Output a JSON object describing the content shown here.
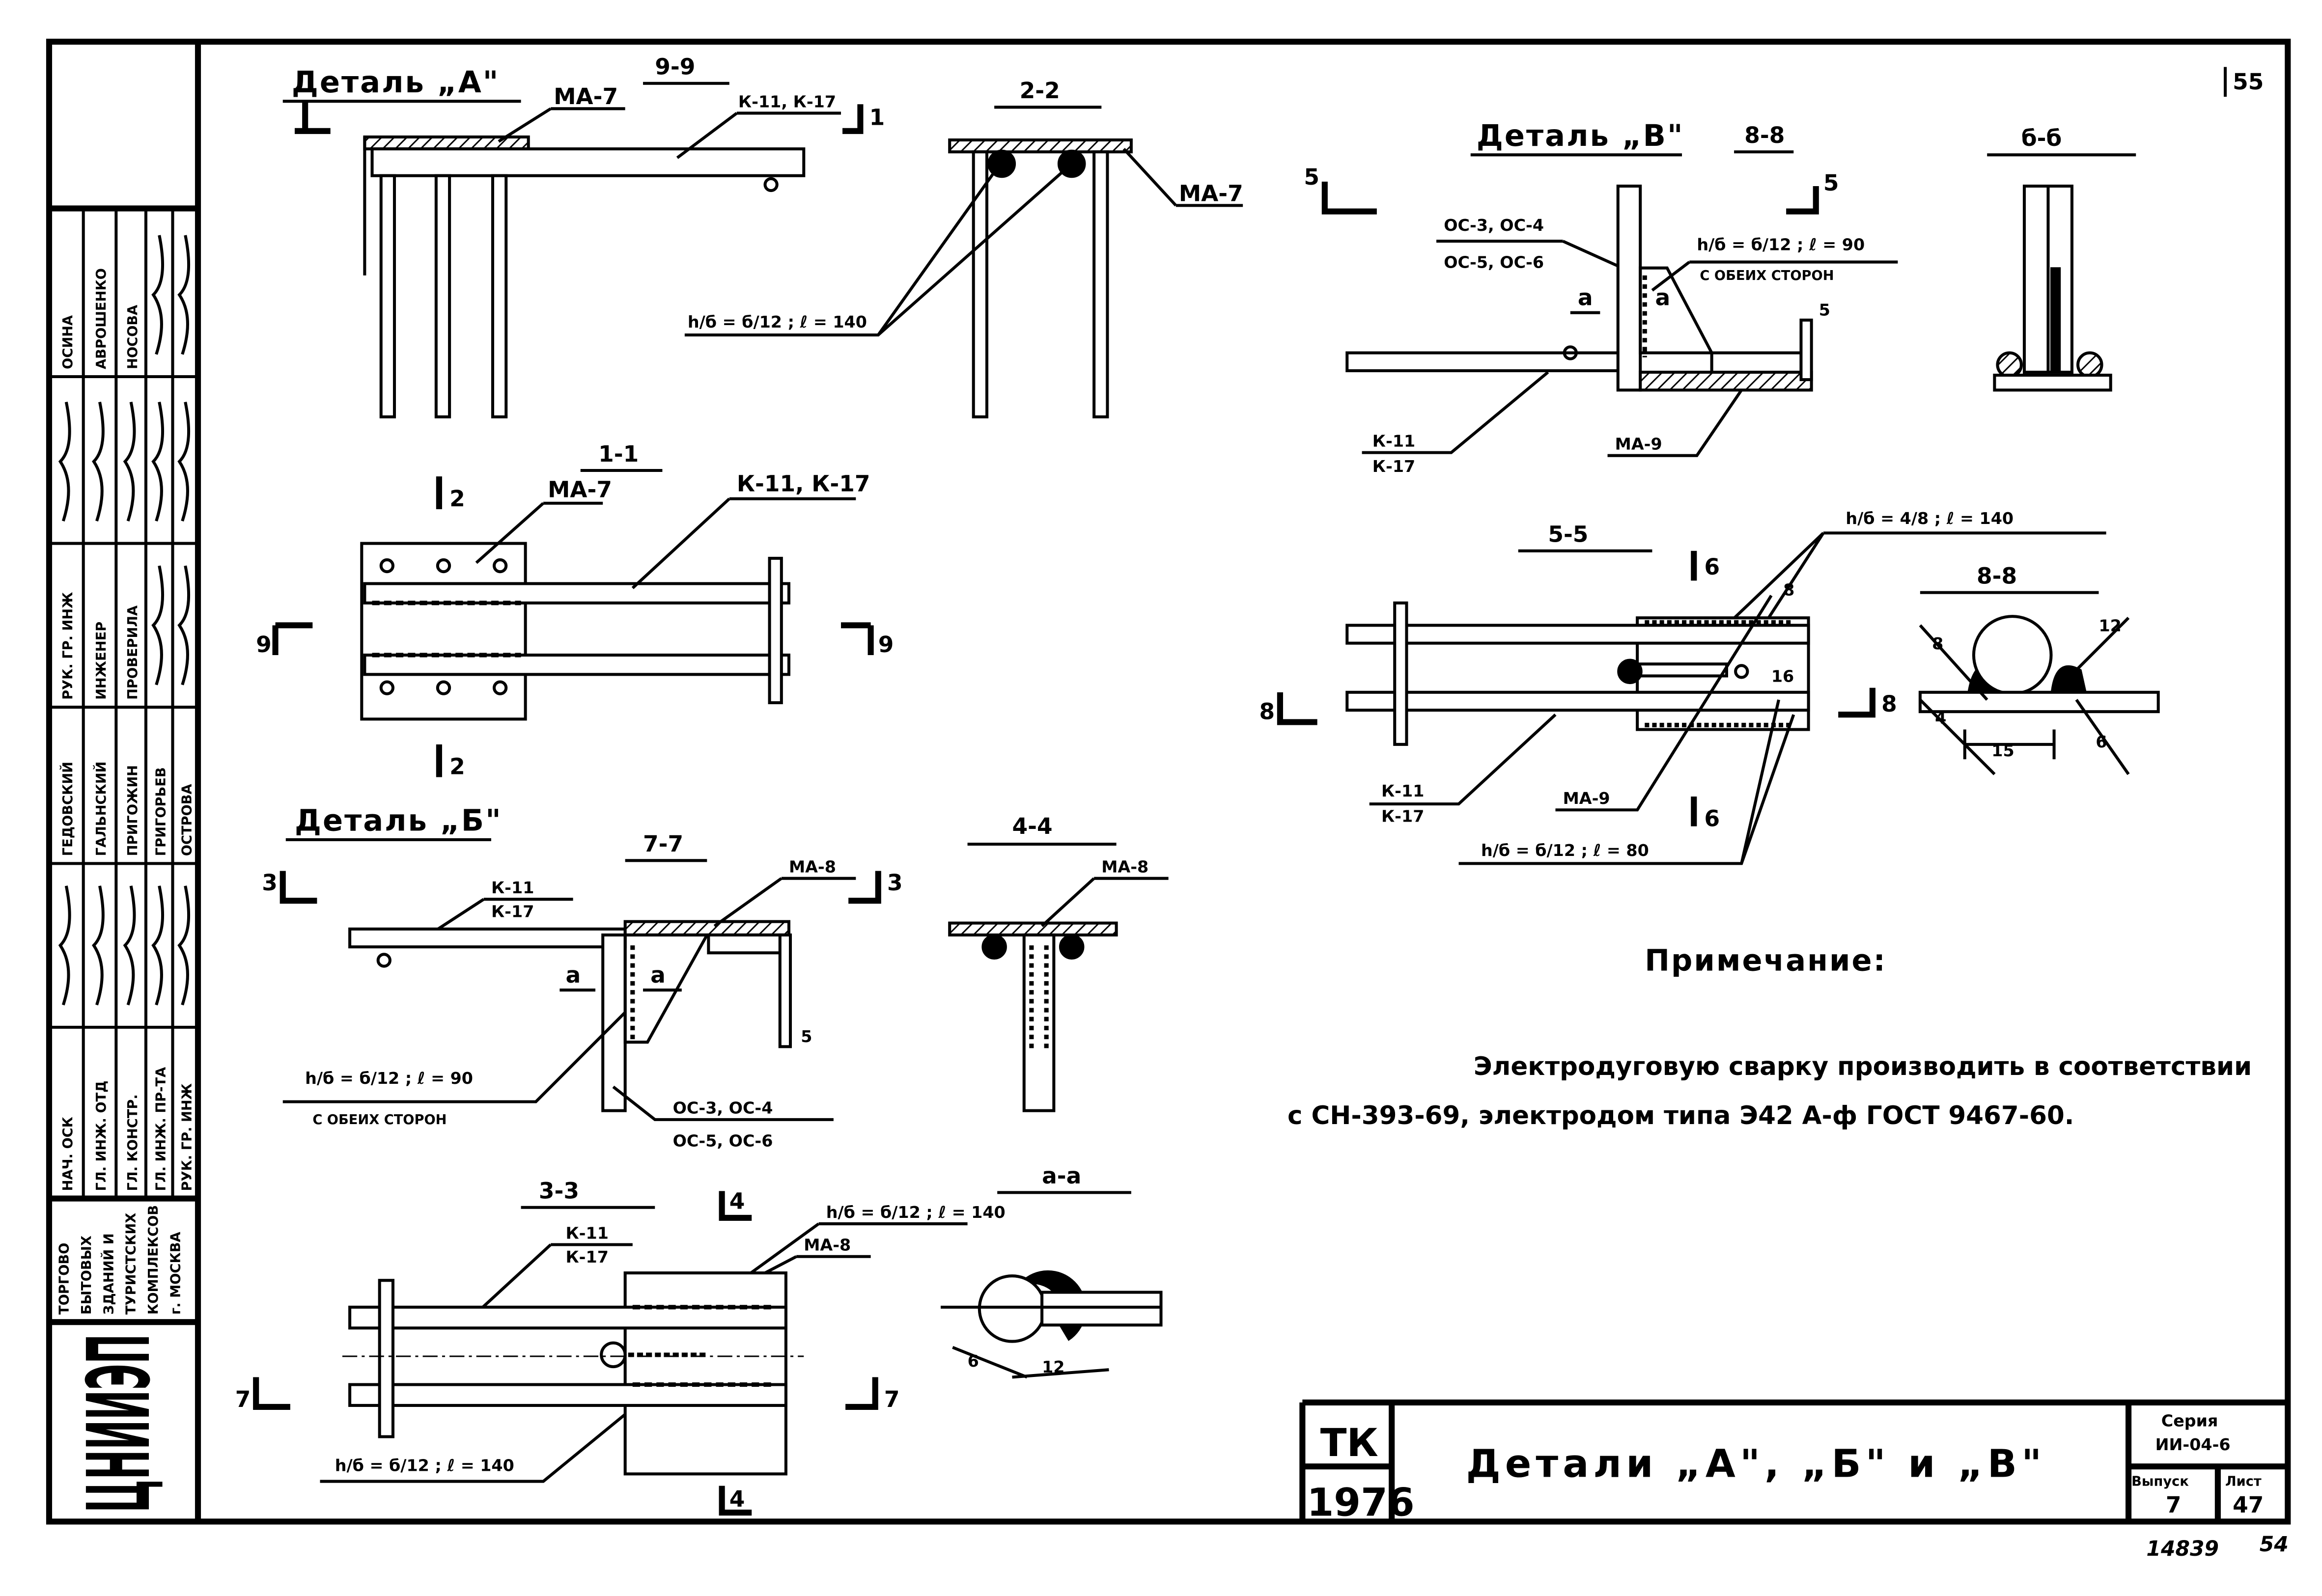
{
  "sheet_corner_number": "55",
  "detail_a": {
    "title": "Деталь „А\"",
    "section_9_9": "9-9",
    "label_ma7": "МА-7",
    "label_k": "К-11, К-17",
    "mark_1": "1",
    "section_2_2": "2-2",
    "label_ma7_2": "МА-7",
    "weld_140": "h/б = б/12 ; ℓ = 140",
    "section_1_1": "1-1",
    "label_ma7_3": "МА-7",
    "label_k_3": "К-11, К-17",
    "mark_2": "2",
    "mark_9": "9"
  },
  "detail_b": {
    "title": "Деталь „Б\"",
    "section_7_7": "7-7",
    "label_k11": "К-11",
    "label_k17": "К-17",
    "label_ma8": "МА-8",
    "mark_3": "3",
    "mark_5": "5",
    "mark_a": "а",
    "weld_90": "h/б = б/12 ; ℓ = 90",
    "both_sides": "С ОБЕИХ СТОРОН",
    "oc34": "ОС-3, ОС-4",
    "oc56": "ОС-5, ОС-6",
    "section_4_4": "4-4",
    "label_ma8_2": "МА-8",
    "section_3_3": "3-3",
    "mark_4": "4",
    "mark_7": "7",
    "weld_140_top": "h/б = б/12 ; ℓ = 140",
    "weld_140_bottom": "h/б = б/12 ; ℓ = 140",
    "section_a_a": "а-а",
    "dim_6": "6",
    "dim_12": "12"
  },
  "detail_v": {
    "title": "Деталь „В\"",
    "section_8_8": "8-8",
    "mark_5": "5",
    "oc34": "ОС-3, ОС-4",
    "oc56": "ОС-5, ОС-6",
    "weld_90": "h/б = б/12 ; ℓ = 90",
    "both_sides": "С ОБЕИХ СТОРОН",
    "mark_a": "а",
    "label_k11": "К-11",
    "label_k17": "К-17",
    "label_ma9": "МА-9",
    "section_6_6": "б-б",
    "section_5_5": "5-5",
    "mark_6": "6",
    "weld_4_8": "h/б = 4/8 ; ℓ = 140",
    "dim_8": "8",
    "dim_16": "16",
    "mark_8": "8",
    "weld_80": "h/б = б/12 ; ℓ = 80",
    "section_8_8b": "8-8",
    "dim_12": "12",
    "dim_4": "4",
    "dim_15": "15",
    "dim_6": "6"
  },
  "note": {
    "heading": "Примечание:",
    "line1": "Электродуговую сварку производить в соответствии",
    "line2": "с СН-393-69, электродом типа Э42 А-ф ГОСТ 9467-60."
  },
  "title_block": {
    "org_code": "ТК",
    "year": "1976",
    "title": "Детали „А\", „Б\" и „В\"",
    "series_label": "Серия",
    "series_value": "ИИ-04-6",
    "issue_label": "Выпуск",
    "issue_value": "7",
    "sheet_label": "Лист",
    "sheet_value": "47"
  },
  "footer": {
    "archive_number": "14839",
    "page_number": "54"
  },
  "stamp": {
    "columns": [
      [
        "НАЧ. ОСК",
        "",
        "ГЕДОВСКИЙ",
        "РУК. ГР. ИНЖ",
        "",
        "ОСИНА"
      ],
      [
        "ГЛ. ИНЖ. ОТД",
        "",
        "ГАЛЬНСКИЙ",
        "ИНЖЕНЕР",
        "",
        "АВРОШЕНКО"
      ],
      [
        "ГЛ. КОНСТР.",
        "",
        "ПРИГОЖИН",
        "ПРОВЕРИЛА",
        "",
        "НОСОВА"
      ],
      [
        "ГЛ. ИНЖ. ПР-ТА",
        "",
        "ГРИГОРЬЕВ",
        "",
        "",
        ""
      ],
      [
        "РУК. ГР. ИНЖ",
        "",
        "ОСТРОВА",
        "",
        "",
        ""
      ]
    ],
    "org_lines": [
      "ТОРГОВО",
      "БЫТОВЫХ",
      "ЗДАНИЙ И",
      "ТУРИСТСКИХ",
      "КОМПЛЕКСОВ",
      "г. МОСКВА"
    ],
    "logo": "ЦНИИЭП"
  }
}
